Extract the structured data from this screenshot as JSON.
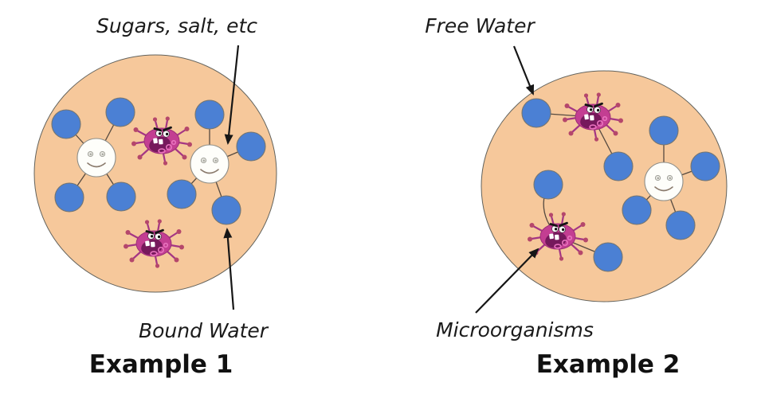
{
  "figure": {
    "example1": {
      "title": "Example 1",
      "label_top": "Sugars, salt, etc",
      "label_bottom": "Bound Water"
    },
    "example2": {
      "title": "Example 2",
      "label_top": "Free Water",
      "label_bottom": "Microorganisms"
    }
  },
  "icons": {
    "water_molecule": "blue-circle",
    "solute_molecule": "smiley-face-circle",
    "microorganism": "angry-microbe",
    "food_matrix": "peach-circle",
    "pointer": "black-arrow"
  },
  "colors": {
    "food_circle": "#F6C89B",
    "outline": "#63635D",
    "water": "#4B80D4",
    "water_outline": "#757570",
    "solute": "#FEFEFA",
    "solute_outline": "#8E8E88",
    "smiley_face": "#8A7A6C",
    "connector": "#564A40",
    "arrow": "#161616",
    "label": "#1B1B1B",
    "microbe_body": "#C33E92",
    "microbe_body_stroke": "#9C2F77",
    "microbe_mouth": "#76195C",
    "microbe_limb": "#A43584",
    "microbe_tip": "#B5476B",
    "microbe_ring": "#E873BE"
  }
}
